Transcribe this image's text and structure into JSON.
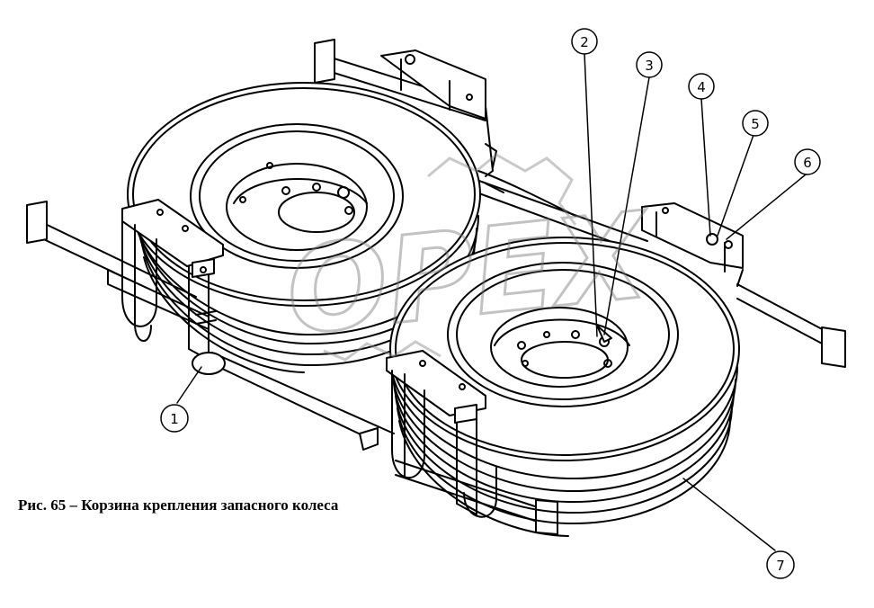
{
  "caption": "Рис. 65 – Корзина крепления запасного колеса",
  "watermark": "OPEX",
  "callouts": [
    "1",
    "2",
    "3",
    "4",
    "5",
    "6",
    "7"
  ],
  "colors": {
    "line": "#000000",
    "paper": "#ffffff",
    "watermark": "#bdbdbd"
  }
}
